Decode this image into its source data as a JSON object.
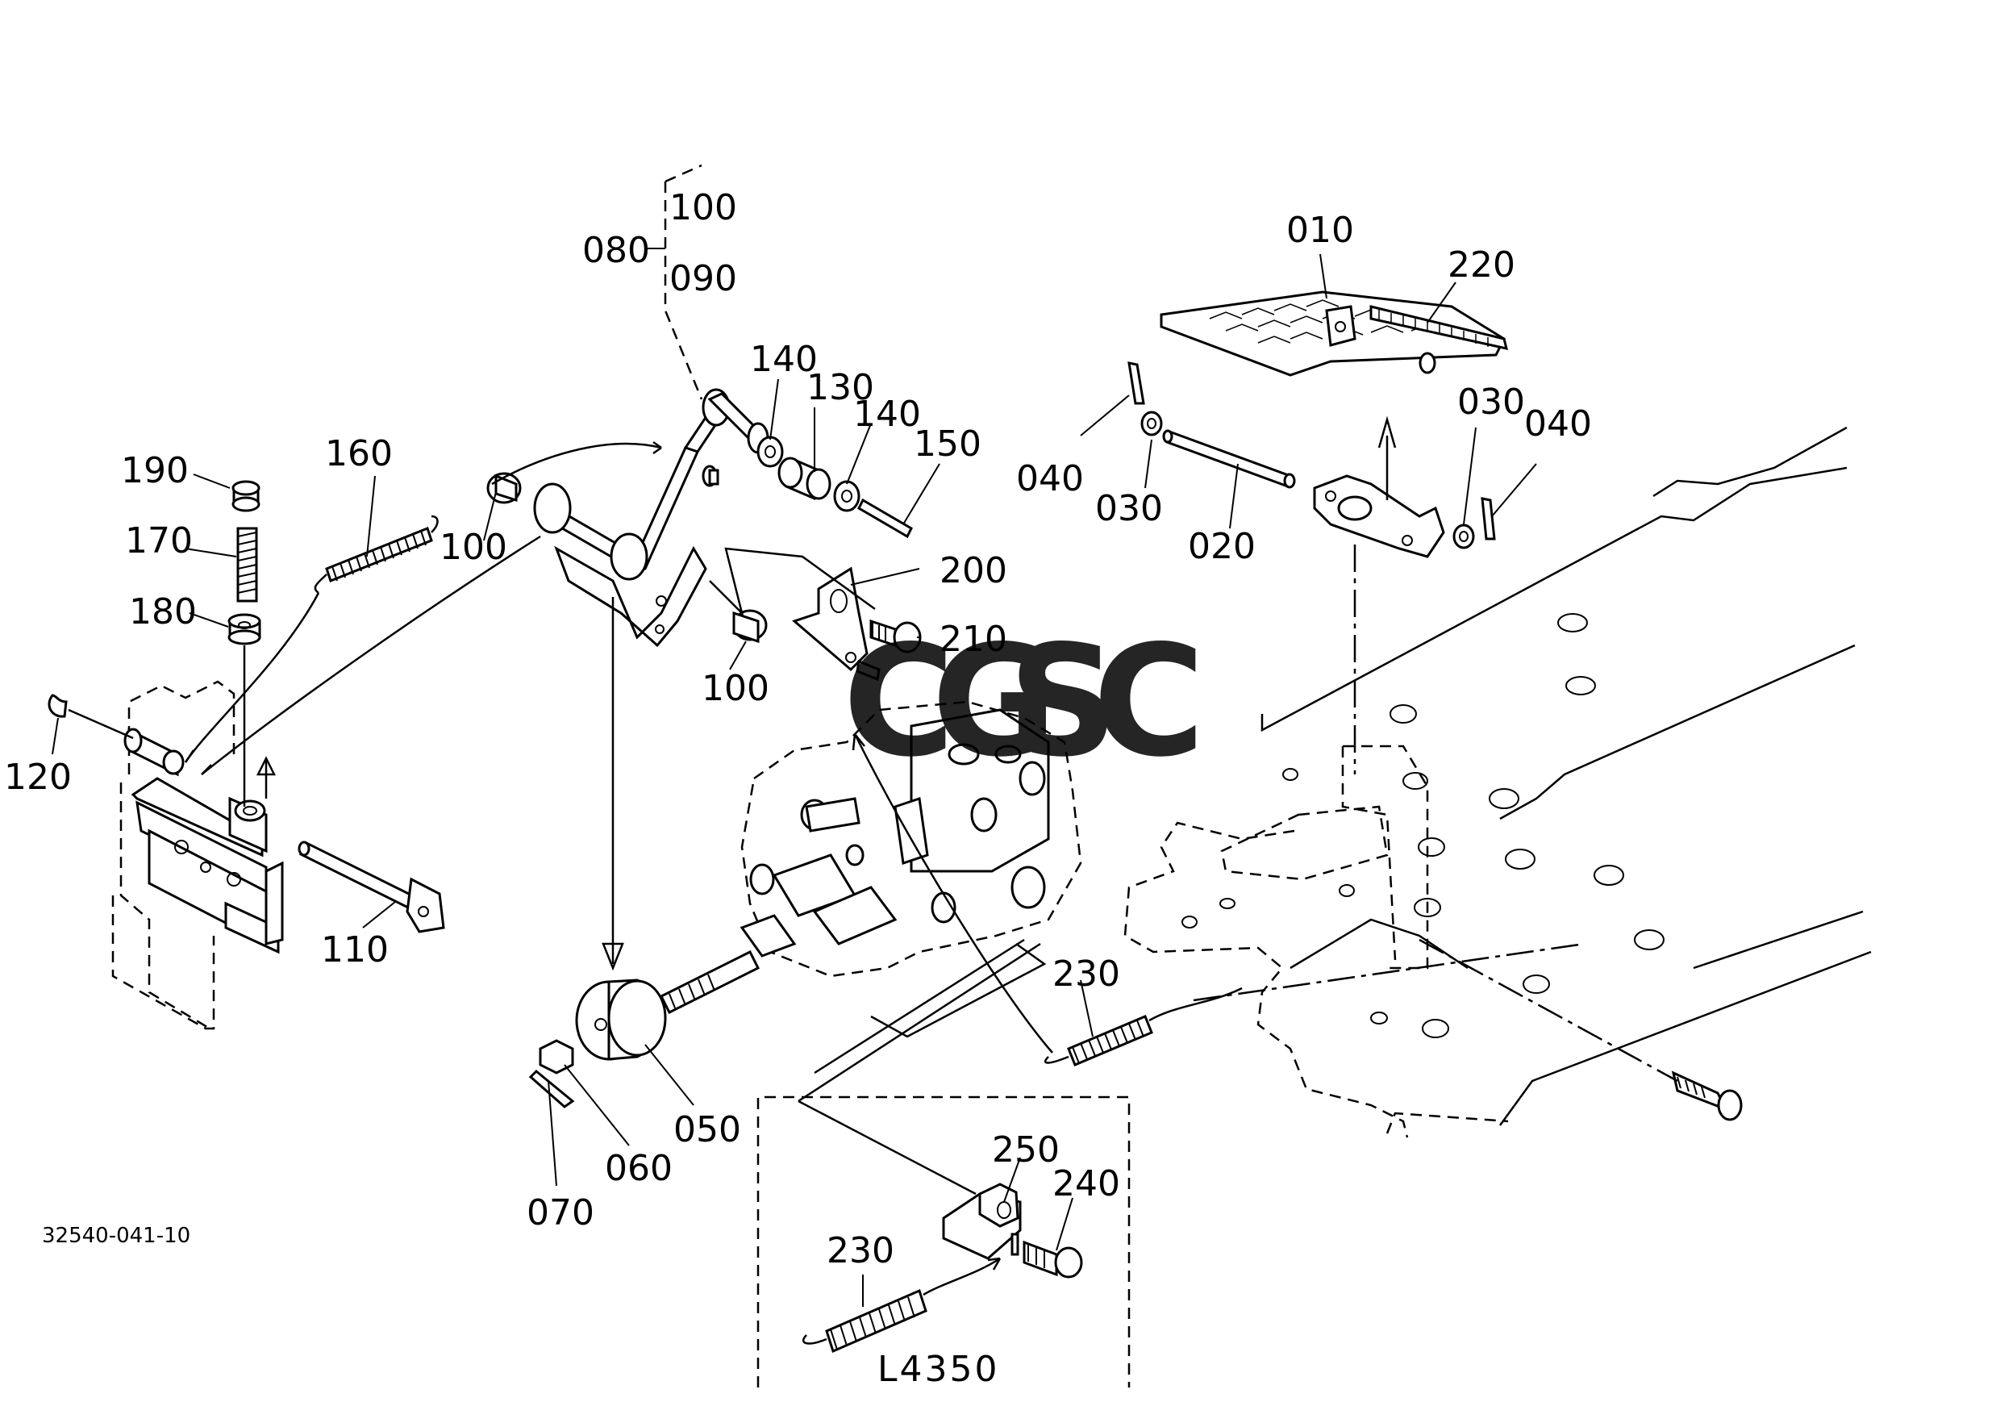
{
  "diagram": {
    "labels": [
      {
        "id": "010",
        "text": "010"
      },
      {
        "id": "220",
        "text": "220"
      },
      {
        "id": "100-top",
        "text": "100"
      },
      {
        "id": "080",
        "text": "080"
      },
      {
        "id": "090",
        "text": "090"
      },
      {
        "id": "140-a",
        "text": "140"
      },
      {
        "id": "130",
        "text": "130"
      },
      {
        "id": "140-b",
        "text": "140"
      },
      {
        "id": "150",
        "text": "150"
      },
      {
        "id": "040-a",
        "text": "040"
      },
      {
        "id": "030-a",
        "text": "030"
      },
      {
        "id": "020",
        "text": "020"
      },
      {
        "id": "030-b",
        "text": "030"
      },
      {
        "id": "040-b",
        "text": "040"
      },
      {
        "id": "190",
        "text": "190"
      },
      {
        "id": "160",
        "text": "160"
      },
      {
        "id": "100-mid",
        "text": "100"
      },
      {
        "id": "170",
        "text": "170"
      },
      {
        "id": "180",
        "text": "180"
      },
      {
        "id": "200",
        "text": "200"
      },
      {
        "id": "210",
        "text": "210"
      },
      {
        "id": "100-low",
        "text": "100"
      },
      {
        "id": "120",
        "text": "120"
      },
      {
        "id": "110",
        "text": "110"
      },
      {
        "id": "230-a",
        "text": "230"
      },
      {
        "id": "050",
        "text": "050"
      },
      {
        "id": "060",
        "text": "060"
      },
      {
        "id": "070",
        "text": "070"
      },
      {
        "id": "250",
        "text": "250"
      },
      {
        "id": "240",
        "text": "240"
      },
      {
        "id": "230-b",
        "text": "230"
      }
    ],
    "drawing_code": "32540-041-10",
    "inset_model": "L4350",
    "watermark": {
      "letters": [
        "C",
        "G",
        "S",
        "C"
      ],
      "colors": [
        "#4f8ff2",
        "#ee6a6a",
        "#f3c84b",
        "#5cb891"
      ]
    }
  }
}
